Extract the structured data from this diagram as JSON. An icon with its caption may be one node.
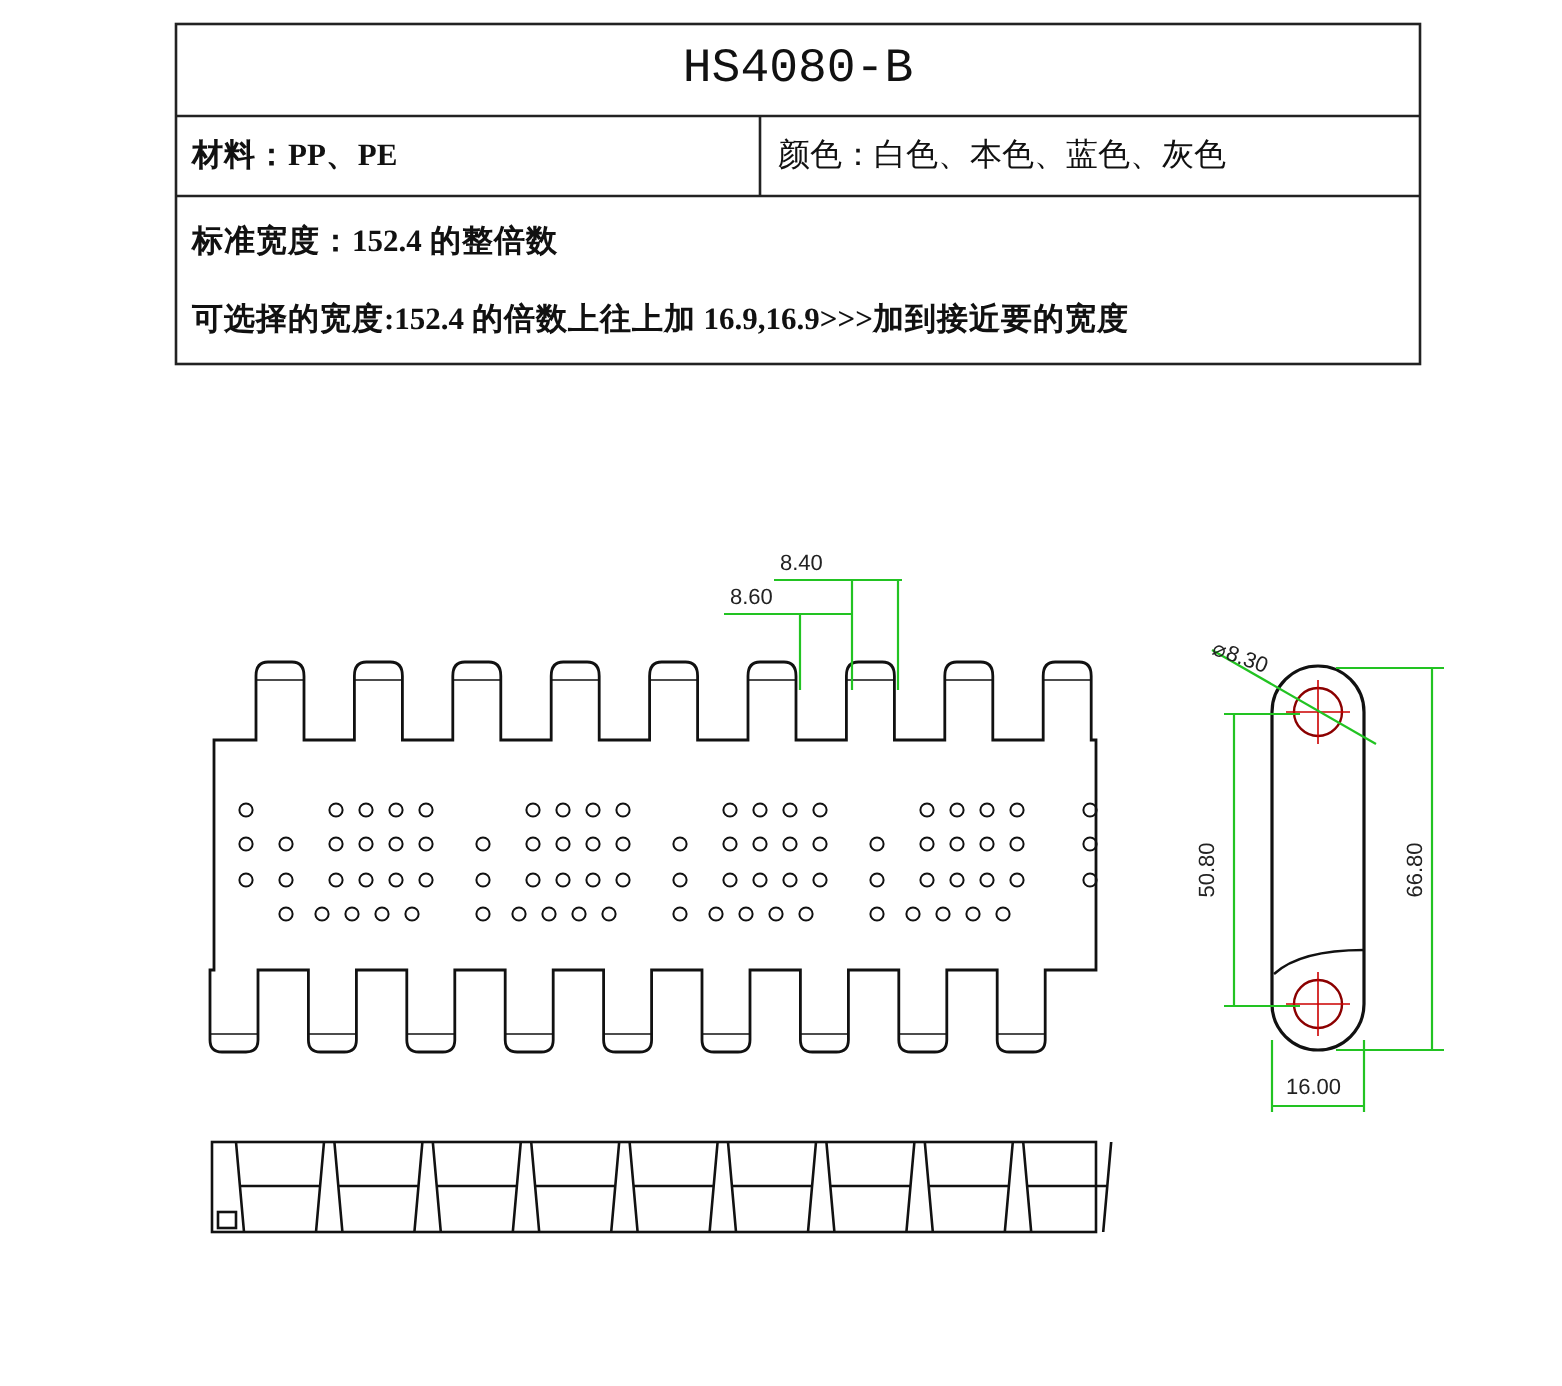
{
  "diagram": {
    "labels": [
      "HS4080-B",
      "材料：PP、PE",
      "颜色：白色、本色、蓝色、灰色",
      "标准宽度：152.4 的整倍数",
      "可选择的宽度:152.4 的倍数上往上加 16.9,16.9>>>加到接近要的宽度",
      "8.40",
      "8.60",
      "⌀8.30",
      "50.80",
      "66.80",
      "16.00"
    ]
  }
}
